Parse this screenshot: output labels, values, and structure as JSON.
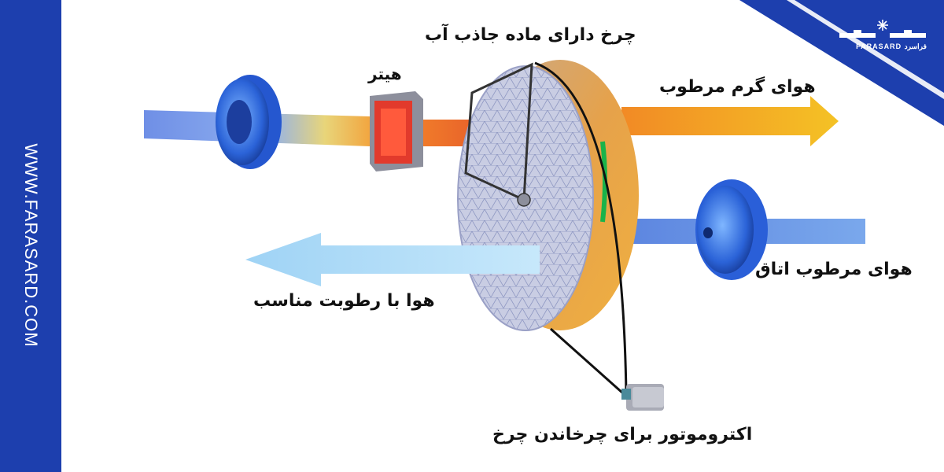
{
  "brand": {
    "website": "WWW.FARASARD.COM",
    "logo_text": "FARASARD فراسرد",
    "primary_color": "#1d3fae"
  },
  "labels": {
    "wheel": "چرخ دارای ماده جاذب آب",
    "heater": "هیتر",
    "hot_humid_air": "هوای گرم مرطوب",
    "room_humid_air": "هوای مرطوب اتاق",
    "dry_air": "هوا با رطوبت مناسب",
    "motor": "اکتروموتور برای چرخاندن چرخ"
  },
  "icons": [
    "fan-icon",
    "heater-icon",
    "desiccant-wheel-icon",
    "motor-icon",
    "snowflake-icon"
  ]
}
